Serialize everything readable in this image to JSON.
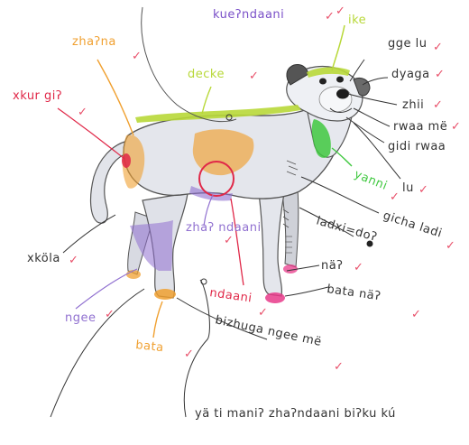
{
  "colors": {
    "orange": "#f0a030",
    "yellow_green": "#b8d838",
    "green": "#40c840",
    "red": "#e02848",
    "purple": "#9070d0",
    "pink": "#e83a8a",
    "dark": "#333333",
    "check": "#e8506a"
  },
  "labels": {
    "kue_ndaani": "kueʔndaani",
    "ike": "ike",
    "zha_na": "zhaʔna",
    "decke": "decke",
    "xkur_gi": "xkur giʔ",
    "gge_lu": "gge lu",
    "dyaga": "dyaga",
    "zhii": "zhii",
    "rwaa_me": "rwaa më",
    "gidi_rwaa": "gidi rwaa",
    "lu": "lu",
    "yanni": "yanni",
    "gicha_ladi": "gicha ladi",
    "ladxi_do": "ladxi=doʔ",
    "xkola": "xköla",
    "zha_ndaani": "zhaʔ ndaani",
    "na": "näʔ",
    "bata_na": "bata näʔ",
    "ndaani": "ndaani",
    "ngee": "ngee",
    "bizhuga_ngee_me": "bizhuga ngee më",
    "bata": "bata",
    "caption": "yä ti maniʔ zhaʔndaani biʔku kú"
  },
  "checkmark": "✓"
}
